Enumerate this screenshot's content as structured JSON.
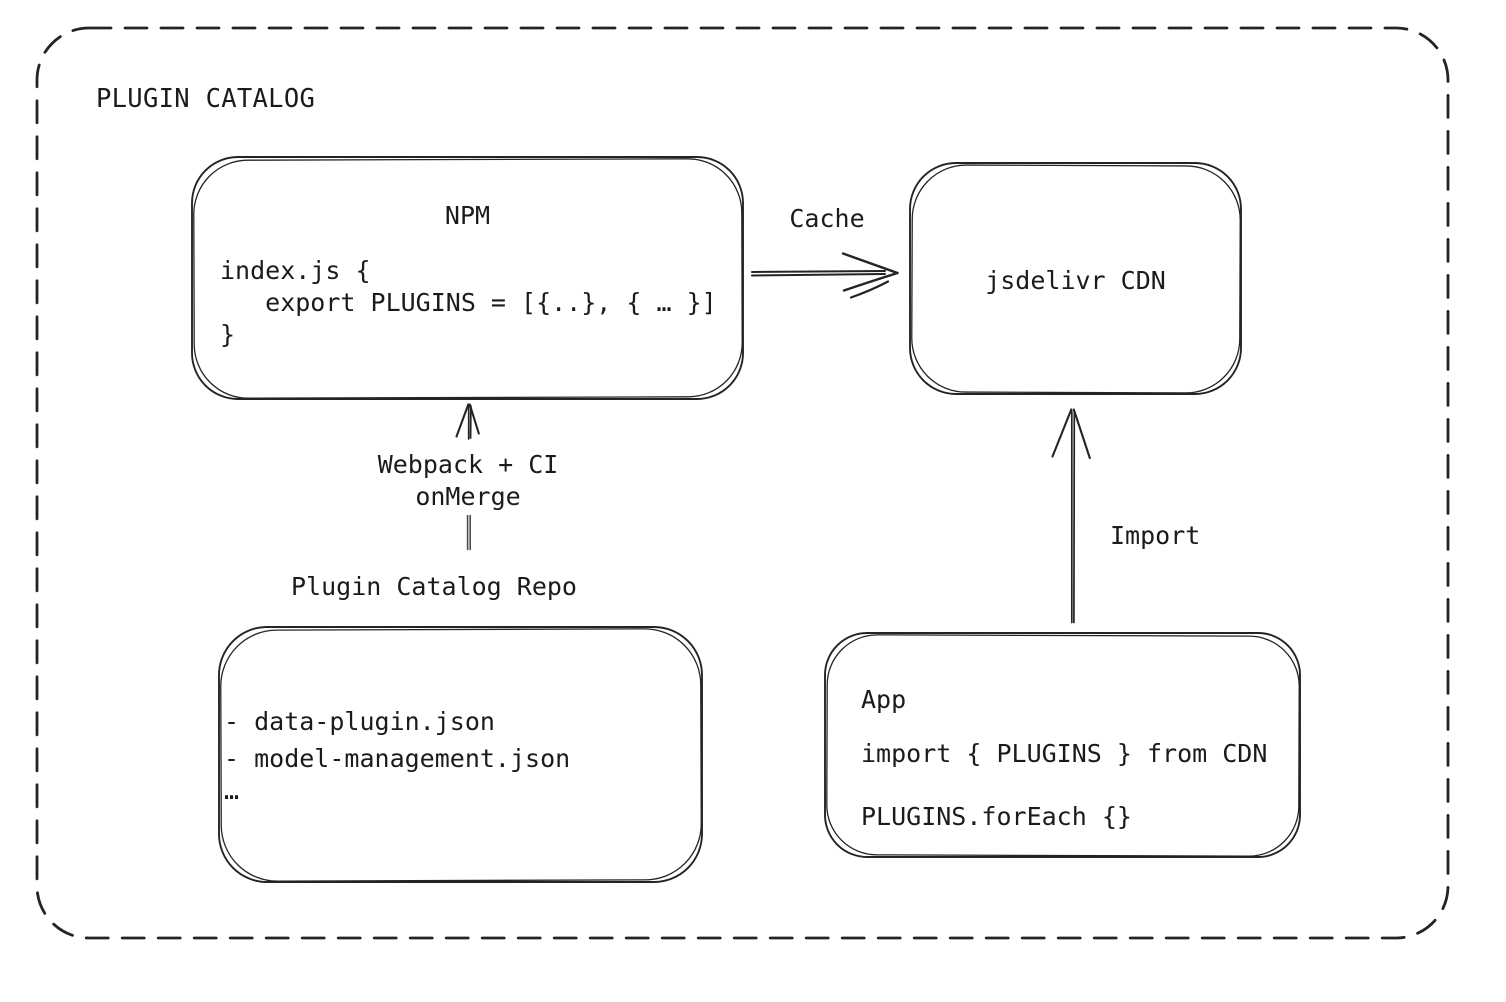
{
  "diagram": {
    "title": "PLUGIN CATALOG",
    "nodes": {
      "npm": {
        "title": "NPM",
        "code": [
          "index.js {",
          "   export PLUGINS = [{..}, { … }]",
          "}"
        ]
      },
      "cdn": {
        "label": "jsdelivr CDN"
      },
      "repo": {
        "title": "Plugin Catalog Repo",
        "files": [
          "- data-plugin.json",
          "- model-management.json",
          "…"
        ]
      },
      "app": {
        "title": "App",
        "code": [
          "import { PLUGINS } from CDN",
          "PLUGINS.forEach {}"
        ]
      }
    },
    "edges": {
      "cache": {
        "label": "Cache"
      },
      "build": {
        "label_line1": "Webpack + CI",
        "label_line2": "onMerge"
      },
      "import": {
        "label": "Import"
      }
    },
    "colors": {
      "stroke": "#242424",
      "text": "#1b1b1b",
      "background": "#ffffff"
    }
  }
}
